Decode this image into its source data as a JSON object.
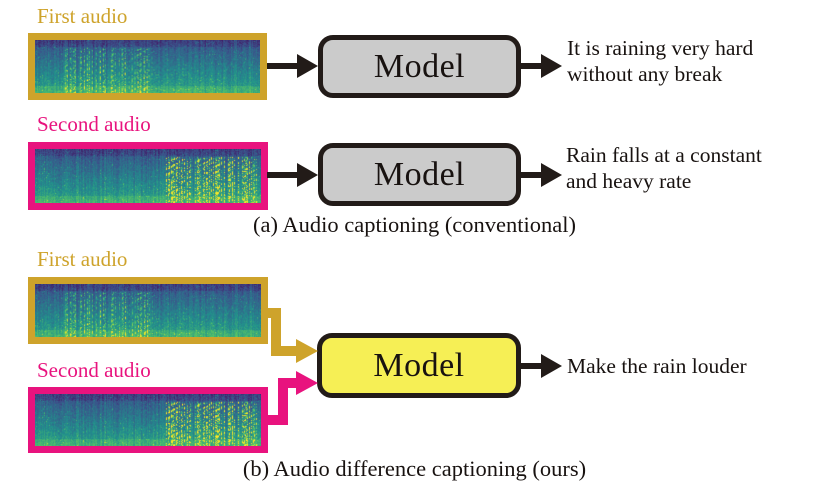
{
  "figure": {
    "panel_a": {
      "caption": "(a) Audio captioning (conventional)",
      "rows": [
        {
          "audio_label": "First audio",
          "model_label": "Model",
          "output_lines": [
            "It is raining very hard",
            "without any break"
          ]
        },
        {
          "audio_label": "Second audio",
          "model_label": "Model",
          "output_lines": [
            "Rain falls at a constant",
            "and heavy rate"
          ]
        }
      ]
    },
    "panel_b": {
      "caption": "(b) Audio difference captioning (ours)",
      "first_audio_label": "First audio",
      "second_audio_label": "Second audio",
      "model_label": "Model",
      "output_text": "Make the rain louder"
    },
    "colors": {
      "first_audio_accent": "#CEA32B",
      "second_audio_accent": "#E8137E",
      "conventional_model_fill": "#CBCBCB",
      "proposed_model_fill": "#F6EF55",
      "ink": "#221B18"
    }
  }
}
